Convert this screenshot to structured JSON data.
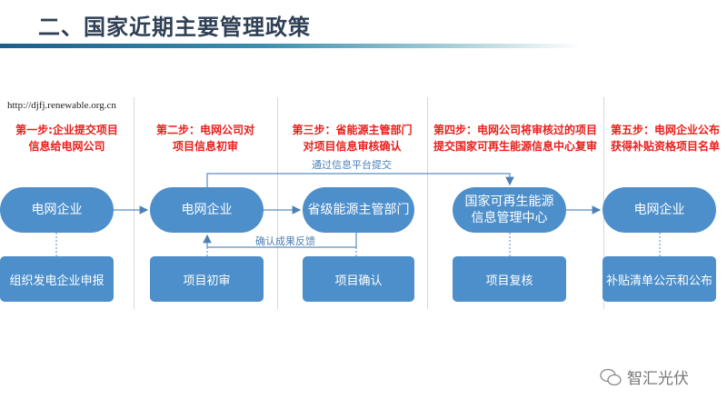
{
  "title": "二、国家近期主要管理政策",
  "url": "http://djfj.renewable.org.cn",
  "steps": [
    {
      "l1": "第一步:企业提交项目",
      "l2": "信息给电网公司",
      "pill": "电网企业",
      "box": "组织发电企业申报"
    },
    {
      "l1": "第二步：电网公司对",
      "l2": "项目信息初审",
      "pill": "电网企业",
      "box": "项目初审"
    },
    {
      "l1": "第三步：省能源主管部门",
      "l2": "对项目信息审核确认",
      "pill": "省级能源主管部门",
      "box": "项目确认"
    },
    {
      "l1": "第四步：电网公司将审核过的项目",
      "l2": "提交国家可再生能源信息中心复审",
      "pill": "国家可再生能源",
      "pill2": "信息管理中心",
      "box": "项目复核"
    },
    {
      "l1": "第五步：电网企业公布",
      "l2": "获得补贴资格项目名单",
      "pill": "电网企业",
      "box": "补贴清单公示和公布"
    }
  ],
  "labels": {
    "submit": "通过信息平台提交",
    "feedback": "确认成果反馈"
  },
  "watermark": "智汇光伏"
}
